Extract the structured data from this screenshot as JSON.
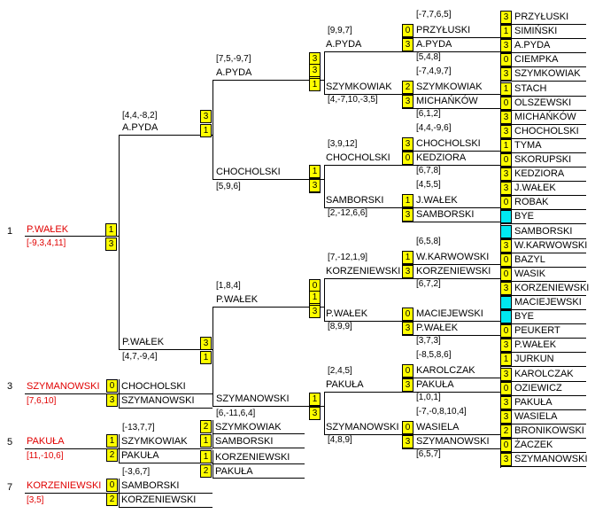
{
  "draw": {
    "entries": [
      {
        "id": "r1s1",
        "name": "PRZYŁUSKI",
        "score": "3"
      },
      {
        "id": "r1s2",
        "name": "SIMIŃSKI",
        "score": "1"
      },
      {
        "id": "r1s3",
        "name": "A.PYDA",
        "score": "3"
      },
      {
        "id": "r1s4",
        "name": "CIEMPKA",
        "score": "0"
      },
      {
        "id": "r1s5",
        "name": "SZYMKOWIAK",
        "score": "3"
      },
      {
        "id": "r1s6",
        "name": "STACH",
        "score": "1"
      },
      {
        "id": "r1s7",
        "name": "OLSZEWSKI",
        "score": "0"
      },
      {
        "id": "r1s8",
        "name": "MICHAŃKÓW",
        "score": "3"
      },
      {
        "id": "r1s9",
        "name": "CHOCHOLSKI",
        "score": "3"
      },
      {
        "id": "r1s10",
        "name": "TYMA",
        "score": "1"
      },
      {
        "id": "r1s11",
        "name": "SKORUPSKI",
        "score": "0"
      },
      {
        "id": "r1s12",
        "name": "KEDZIORA",
        "score": "3"
      },
      {
        "id": "r1s13",
        "name": "J.WAŁEK",
        "score": "3"
      },
      {
        "id": "r1s14",
        "name": "ROBAK",
        "score": "0"
      },
      {
        "id": "r1s15",
        "name": "BYE",
        "score": ""
      },
      {
        "id": "r1s16",
        "name": "SAMBORSKI",
        "score": ""
      },
      {
        "id": "r1s17",
        "name": "W.KARWOWSKI",
        "score": "3"
      },
      {
        "id": "r1s18",
        "name": "BAZYL",
        "score": "0"
      },
      {
        "id": "r1s19",
        "name": "WASIK",
        "score": "0"
      },
      {
        "id": "r1s20",
        "name": "KORZENIEWSKI",
        "score": "3"
      },
      {
        "id": "r1s21",
        "name": "MACIEJEWSKI",
        "score": ""
      },
      {
        "id": "r1s22",
        "name": "BYE",
        "score": ""
      },
      {
        "id": "r1s23",
        "name": "PEUKERT",
        "score": "0"
      },
      {
        "id": "r1s24",
        "name": "P.WAŁEK",
        "score": "3"
      },
      {
        "id": "r1s25",
        "name": "JURKUN",
        "score": "1"
      },
      {
        "id": "r1s26",
        "name": "KAROLCZAK",
        "score": "3"
      },
      {
        "id": "r1s27",
        "name": "OZIEWICZ",
        "score": "0"
      },
      {
        "id": "r1s28",
        "name": "PAKUŁA",
        "score": "3"
      },
      {
        "id": "r1s29",
        "name": "WASIELA",
        "score": "3"
      },
      {
        "id": "r1s30",
        "name": "BRONIKOWSKI",
        "score": "2"
      },
      {
        "id": "r1s31",
        "name": "ŻACZEK",
        "score": "0"
      },
      {
        "id": "r1s32",
        "name": "SZYMANOWSKI",
        "score": "3"
      },
      {
        "id": "r1m1",
        "text": "[-7,7,6,5]"
      },
      {
        "id": "r1m2",
        "text": "[5,4,8]"
      },
      {
        "id": "r1m3",
        "text": "[-7,4,9,7]"
      },
      {
        "id": "r1m4",
        "text": "[6,1,2]"
      },
      {
        "id": "r1m5",
        "text": "[4,4,-9,6]"
      },
      {
        "id": "r1m6",
        "text": "[6,7,8]"
      },
      {
        "id": "r1m7",
        "text": "[4,5,5]"
      },
      {
        "id": "r1m9",
        "text": "[6,5,8]"
      },
      {
        "id": "r1m10",
        "text": "[6,7,2]"
      },
      {
        "id": "r1m12",
        "text": "[3,7,3]"
      },
      {
        "id": "r1m13",
        "text": "[-8,5,8,6]"
      },
      {
        "id": "r1m14",
        "text": "[1,0,1]"
      },
      {
        "id": "r1m15",
        "text": "[-7,-0,8,10,4]"
      },
      {
        "id": "r1m16",
        "text": "[6,5,7]"
      },
      {
        "id": "r2s1",
        "name": "PRZYŁUSKI",
        "score": "0"
      },
      {
        "id": "r2s2",
        "name": "A.PYDA",
        "score": "3"
      },
      {
        "id": "r2s3",
        "name": "SZYMKOWIAK",
        "score": "2"
      },
      {
        "id": "r2s4",
        "name": "MICHAŃKÓW",
        "score": "3"
      },
      {
        "id": "r2s5",
        "name": "CHOCHOLSKI",
        "score": "3"
      },
      {
        "id": "r2s6",
        "name": "KEDZIORA",
        "score": "0"
      },
      {
        "id": "r2s7",
        "name": "J.WAŁEK",
        "score": "1"
      },
      {
        "id": "r2s8",
        "name": "SAMBORSKI",
        "score": "3"
      },
      {
        "id": "r2s9",
        "name": "W.KARWOWSKI",
        "score": "1"
      },
      {
        "id": "r2s10",
        "name": "KORZENIEWSKI",
        "score": "3"
      },
      {
        "id": "r2s11",
        "name": "MACIEJEWSKI",
        "score": "0"
      },
      {
        "id": "r2s12",
        "name": "P.WAŁEK",
        "score": "3"
      },
      {
        "id": "r2s13",
        "name": "KAROLCZAK",
        "score": "0"
      },
      {
        "id": "r2s14",
        "name": "PAKUŁA",
        "score": "3"
      },
      {
        "id": "r2s15",
        "name": "WASIELA",
        "score": "0"
      },
      {
        "id": "r2s16",
        "name": "SZYMANOWSKI",
        "score": "3"
      },
      {
        "id": "r3n1",
        "name": "A.PYDA"
      },
      {
        "id": "r3m1",
        "text": "[9,9,7]"
      },
      {
        "id": "r3b1",
        "score": "3"
      },
      {
        "id": "r3b2",
        "score": "1"
      },
      {
        "id": "r3n2",
        "name": "SZYMKOWIAK"
      },
      {
        "id": "r3m2",
        "text": "[4,-7,10,-3,5]"
      },
      {
        "id": "r3n3",
        "name": "CHOCHOLSKI"
      },
      {
        "id": "r3m3",
        "text": "[3,9,12]"
      },
      {
        "id": "r3b3",
        "score": "3"
      },
      {
        "id": "r3b4",
        "score": "0"
      },
      {
        "id": "r3n4",
        "name": "SAMBORSKI"
      },
      {
        "id": "r3m4",
        "text": "[2,-12,6,6]"
      },
      {
        "id": "r3n5",
        "name": "KORZENIEWSKI"
      },
      {
        "id": "r3m5",
        "text": "[7,-12,1,9]"
      },
      {
        "id": "r3b5",
        "score": "0"
      },
      {
        "id": "r3b6",
        "score": "3"
      },
      {
        "id": "r3n6",
        "name": "P.WAŁEK"
      },
      {
        "id": "r3m6",
        "text": "[8,9,9]"
      },
      {
        "id": "r3n7",
        "name": "PAKUŁA"
      },
      {
        "id": "r3m7",
        "text": "[2,4,5]"
      },
      {
        "id": "r3b7",
        "score": "1"
      },
      {
        "id": "r3b8",
        "score": "3"
      },
      {
        "id": "r3n8",
        "name": "SZYMANOWSKI"
      },
      {
        "id": "r3m8",
        "text": "[4,8,9]"
      },
      {
        "id": "r4n1",
        "name": "A.PYDA"
      },
      {
        "id": "r4m1",
        "text": "[7,5,-9,7]"
      },
      {
        "id": "r4b1",
        "score": "3"
      },
      {
        "id": "r4b2",
        "score": "1"
      },
      {
        "id": "r4n2",
        "name": "CHOCHOLSKI"
      },
      {
        "id": "r4m2",
        "text": "[5,9,6]"
      },
      {
        "id": "r4n3",
        "name": "P.WAŁEK"
      },
      {
        "id": "r4m3",
        "text": "[1,8,4]"
      },
      {
        "id": "r4b3",
        "score": "1"
      },
      {
        "id": "r4b4",
        "score": "3"
      },
      {
        "id": "r4n4",
        "name": "SZYMANOWSKI"
      },
      {
        "id": "r4m4",
        "text": "[6,-11,6,4]"
      },
      {
        "id": "sfn1",
        "name": "A.PYDA"
      },
      {
        "id": "sfm1",
        "text": "[4,4,-8,2]"
      },
      {
        "id": "sfb1",
        "score": "3"
      },
      {
        "id": "sfb2",
        "score": "1"
      },
      {
        "id": "sfn2",
        "name": "P.WAŁEK"
      },
      {
        "id": "sfm2",
        "text": "[4,7,-9,4]"
      },
      {
        "id": "fb1",
        "score": "1"
      },
      {
        "id": "fb2",
        "score": "3"
      },
      {
        "id": "place1",
        "text": "1"
      },
      {
        "id": "win1",
        "name": "P.WAŁEK"
      },
      {
        "id": "win1m",
        "text": "[-9,3,4,11]"
      },
      {
        "id": "place3",
        "text": "3"
      },
      {
        "id": "win3",
        "name": "SZYMANOWSKI"
      },
      {
        "id": "win3m",
        "text": "[7,6,10]"
      },
      {
        "id": "p3s1",
        "name": "CHOCHOLSKI",
        "score": "0"
      },
      {
        "id": "p3s2",
        "name": "SZYMANOWSKI",
        "score": "3"
      },
      {
        "id": "place5",
        "text": "5"
      },
      {
        "id": "win5",
        "name": "PAKUŁA"
      },
      {
        "id": "win5m",
        "text": "[11,-10,6]"
      },
      {
        "id": "p5m1",
        "text": "[-13,7,7]"
      },
      {
        "id": "p5s1",
        "name": "SZYMKOWIAK",
        "score": "1"
      },
      {
        "id": "p5s2",
        "name": "PAKUŁA",
        "score": "2"
      },
      {
        "id": "p5a1",
        "name": "SZYMKOWIAK",
        "score": "2"
      },
      {
        "id": "p5a2",
        "name": "SAMBORSKI",
        "score": "1"
      },
      {
        "id": "p5a3",
        "name": "KORZENIEWSKI",
        "score": "1"
      },
      {
        "id": "p5a4",
        "name": "PAKUŁA",
        "score": "2"
      },
      {
        "id": "place7",
        "text": "7"
      },
      {
        "id": "win7",
        "name": "KORZENIEWSKI"
      },
      {
        "id": "win7m",
        "text": "[3,5]"
      },
      {
        "id": "p7m1",
        "text": "[-3,6,7]"
      },
      {
        "id": "p7s1",
        "name": "SAMBORSKI",
        "score": "0"
      },
      {
        "id": "p7s2",
        "name": "KORZENIEWSKI",
        "score": "2"
      }
    ]
  }
}
